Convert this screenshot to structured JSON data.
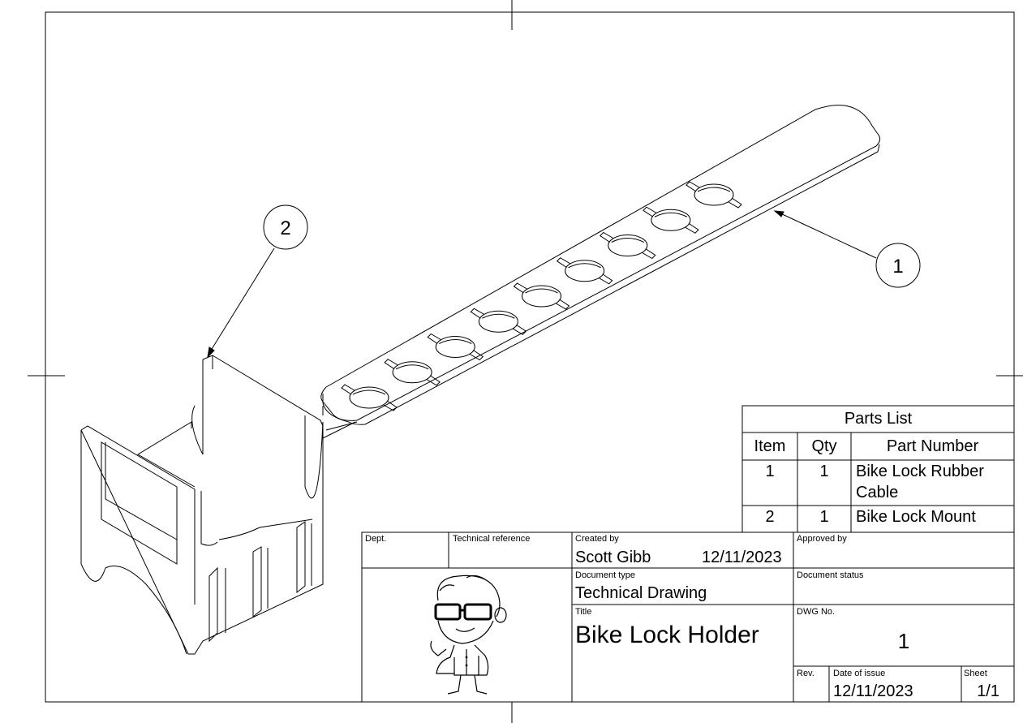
{
  "balloons": [
    {
      "label": "1"
    },
    {
      "label": "2"
    }
  ],
  "parts_list": {
    "title": "Parts List",
    "headers": [
      "Item",
      "Qty",
      "Part Number"
    ],
    "rows": [
      {
        "item": "1",
        "qty": "1",
        "part_number": "Bike Lock Rubber Cable"
      },
      {
        "item": "2",
        "qty": "1",
        "part_number": "Bike Lock Mount"
      }
    ]
  },
  "title_block": {
    "dept_label": "Dept.",
    "technical_reference_label": "Technical reference",
    "created_by_label": "Created by",
    "created_by": "Scott Gibb",
    "created_date": "12/11/2023",
    "approved_by_label": "Approved by",
    "document_type_label": "Document type",
    "document_type": "Technical Drawing",
    "document_status_label": "Document status",
    "title_label": "Title",
    "title": "Bike Lock Holder",
    "dwg_no_label": "DWG No.",
    "dwg_no": "1",
    "rev_label": "Rev.",
    "date_of_issue_label": "Date of issue",
    "date_of_issue": "12/11/2023",
    "sheet_label": "Sheet",
    "sheet": "1/1"
  }
}
